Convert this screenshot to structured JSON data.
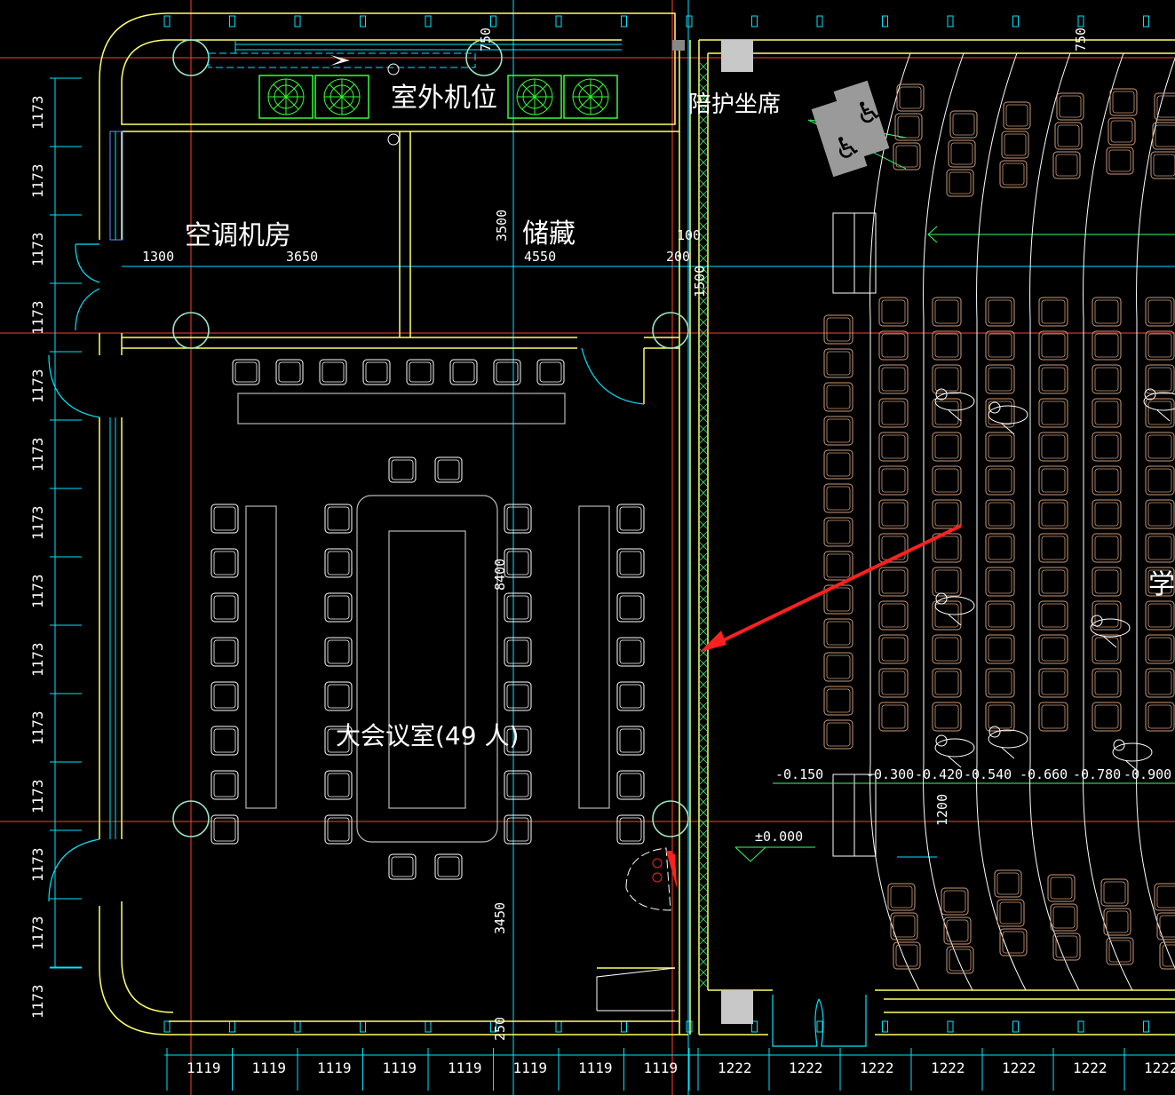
{
  "colors": {
    "background": "#000000",
    "wall": "#ffff66",
    "axis": "#ff3b3b",
    "grid": "#00e5ff",
    "dim": "#00e5ff",
    "column": "#9be7c4",
    "chair_meeting": "#ffffff",
    "chair_hall": "#c89a7a",
    "fan": "#33ff33",
    "hatch": "#33ff66",
    "arrow": "#ff2020",
    "text": "#ffffff",
    "table": "#b8b8b8"
  },
  "rooms": {
    "outdoor_unit": "室外机位",
    "ac_room": "空调机房",
    "storage": "储藏",
    "escort_seats": "陪护坐席",
    "conference": "大会议室(49 人)",
    "hall_partial": "学"
  },
  "dimensions": {
    "top_750_left": "750",
    "top_750_right": "750",
    "ac_1300": "1300",
    "ac_3650": "3650",
    "storage_3500": "3500",
    "storage_4550": "4550",
    "wall_100": "100",
    "wall_200": "200",
    "wall_1500": "1500",
    "conf_8400": "8400",
    "conf_3450": "3450",
    "bottom_250": "250",
    "step_1200": "1200",
    "left_rows": [
      "1173",
      "1173",
      "1173",
      "1173",
      "1173",
      "1173",
      "1173",
      "1173",
      "1173",
      "1173",
      "1173",
      "1173",
      "1173",
      "1173"
    ],
    "bottom_left": [
      "1119",
      "1119",
      "1119",
      "1119",
      "1119",
      "1119",
      "1119",
      "1119"
    ],
    "bottom_right": [
      "1222",
      "1222",
      "1222",
      "1222",
      "1222",
      "1222",
      "1222"
    ]
  },
  "elevations": {
    "e0150": "-0.150",
    "e0300": "-0.300",
    "e0420": "-0.420",
    "e0540": "-0.540",
    "e0660": "-0.660",
    "e0780": "-0.780",
    "e0900": "-0.900",
    "zero": "±0.000"
  },
  "icons": {
    "wheelchair": "wheelchair-icon",
    "fan": "fan-unit-icon",
    "column": "column-icon",
    "arrow": "red-pointer-arrow"
  }
}
